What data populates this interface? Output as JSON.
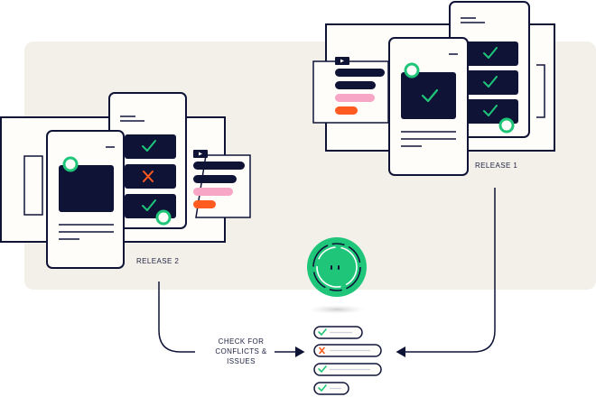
{
  "labels": {
    "release_1": "RELEASE 1",
    "release_2": "RELEASE 2",
    "check_line1": "CHECK FOR",
    "check_line2": "CONFLICTS &",
    "check_line3": "ISSUES"
  },
  "icons": {
    "check": "check-icon",
    "cross": "cross-icon",
    "play": "play-icon",
    "bot": "bot-face-icon"
  },
  "colors": {
    "navy": "#0f1437",
    "green": "#1fc67a",
    "orange": "#ff5a1f",
    "pink": "#f7a6c6",
    "panel": "#f3f0ea",
    "paper": "#fffdfa"
  }
}
